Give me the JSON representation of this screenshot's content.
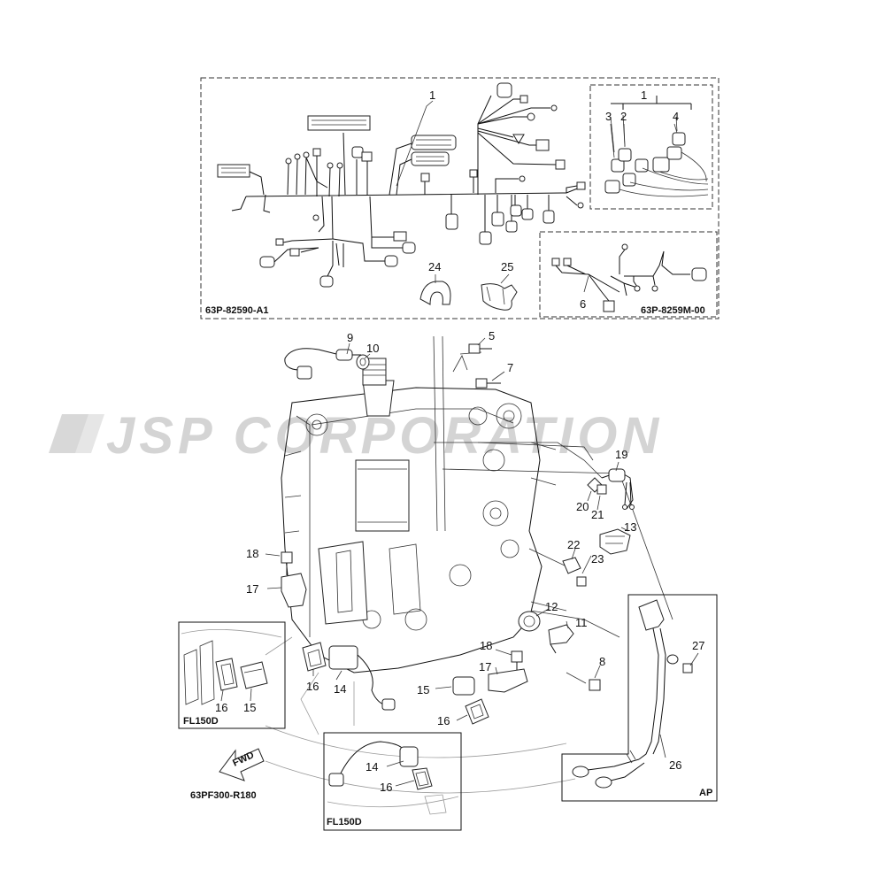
{
  "watermark": "JSP CORPORATION",
  "diagram_codes": {
    "harness_main": "63P-82590-A1",
    "harness_sub": "63P-8259M-00",
    "figure": "63PF300-R180"
  },
  "variant_labels": {
    "fl150d_left": "FL150D",
    "fl150d_bottom": "FL150D",
    "ap": "AP"
  },
  "direction_label": "FWD",
  "callouts": [
    "1",
    "1",
    "2",
    "3",
    "4",
    "5",
    "6",
    "7",
    "8",
    "9",
    "10",
    "11",
    "12",
    "13",
    "14",
    "14",
    "15",
    "15",
    "16",
    "16",
    "16",
    "16",
    "17",
    "17",
    "18",
    "18",
    "19",
    "20",
    "21",
    "22",
    "23",
    "24",
    "25",
    "26",
    "27"
  ]
}
